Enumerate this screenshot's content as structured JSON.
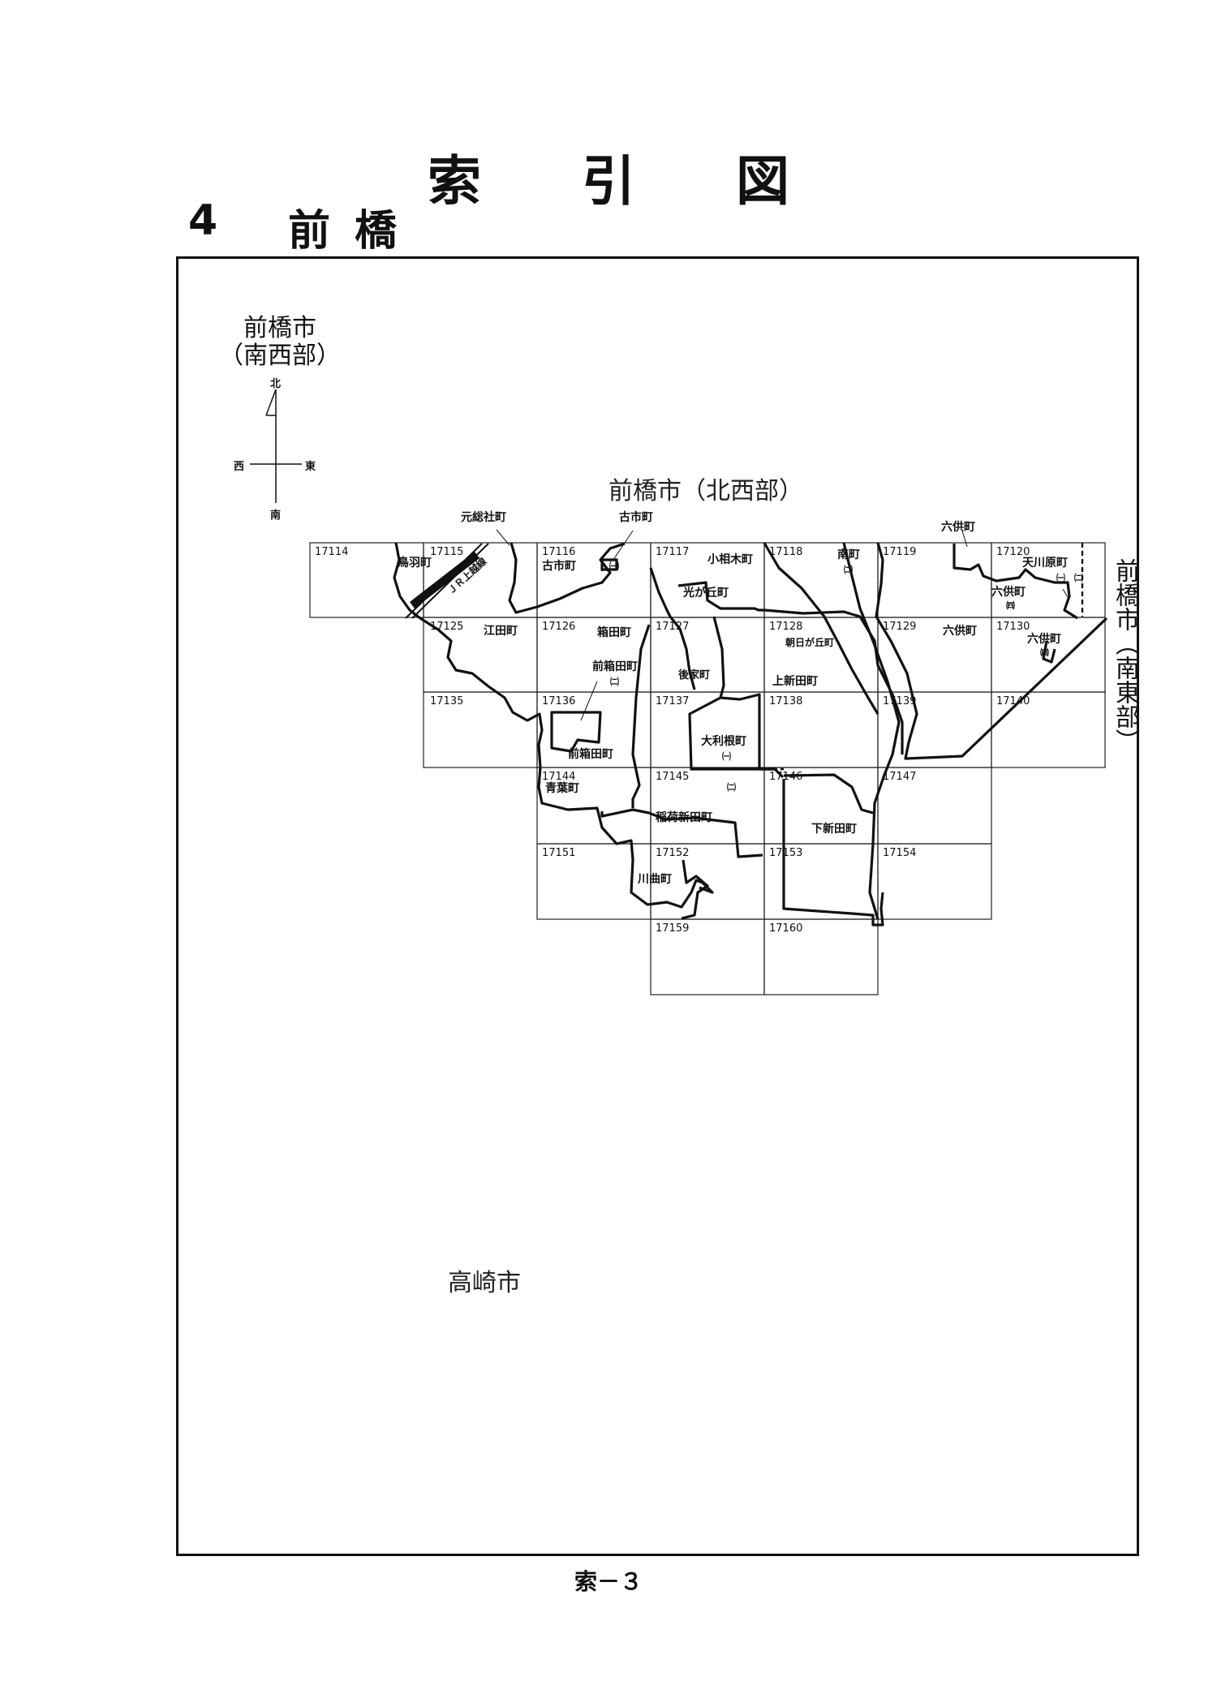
{
  "title_chars": [
    "索",
    "引",
    "図"
  ],
  "subtitle": {
    "number": "4",
    "name": "前橋"
  },
  "region_southwest": {
    "line1": "前橋市",
    "line2": "（南西部）"
  },
  "compass": {
    "north": "北",
    "east": "東",
    "west": "西",
    "south": "南"
  },
  "region_northwest": "前橋市（北西部）",
  "region_southeast": "前橋市（南東部）",
  "region_takasaki": "高崎市",
  "sheets": [
    "17114",
    "17115",
    "17116",
    "17117",
    "17118",
    "17119",
    "17120",
    "17125",
    "17126",
    "17127",
    "17128",
    "17129",
    "17130",
    "17135",
    "17136",
    "17137",
    "17138",
    "17139",
    "17140",
    "17144",
    "17145",
    "17146",
    "17147",
    "17151",
    "17152",
    "17153",
    "17154",
    "17159",
    "17160"
  ],
  "places": {
    "motosojamachi": "元総社町",
    "furuichimachi_top": "古市町",
    "rokkumachi_top": "六供町",
    "toriba": "鳥羽町",
    "jr_line": "ＪＲ上越線",
    "furuichimachi": "古市町",
    "one": "㈠",
    "koaigimachi": "小相木町",
    "minamicho": "南町",
    "minami_two": "㈡",
    "amagawara": "天川原町",
    "amagawara_suffix": "㈠　㈡",
    "rokku_four_a": "六供町",
    "yon": "㈣",
    "hikarigaoka": "光が丘町",
    "edamachi": "江田町",
    "hakodamachi": "箱田町",
    "asahigaoka": "朝日が丘町",
    "rokkumachi_mid": "六供町",
    "rokku_four_b": "六供町",
    "maehakoda_two": "前箱田町",
    "two": "㈡",
    "goke": "後家町",
    "kamishinden": "上新田町",
    "maehakoda_one": "前箱田町",
    "otone": "大利根町",
    "otone_two": "㈡",
    "aoba": "青葉町",
    "inari": "稲荷新田町",
    "shimoshinden": "下新田町",
    "kawamagari": "川曲町"
  },
  "page_number": "索－３"
}
